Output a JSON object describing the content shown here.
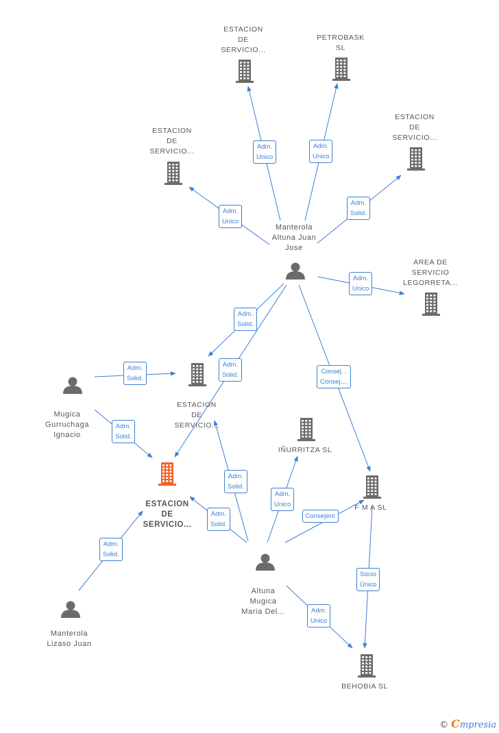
{
  "colors": {
    "edge": "#3b7fd4",
    "node": "#6b6b6b",
    "main": "#f0622d"
  },
  "nodes": [
    {
      "id": "c_top1",
      "kind": "company",
      "lines": [
        "ESTACION",
        "DE",
        "SERVICIO..."
      ]
    },
    {
      "id": "c_petrobask",
      "kind": "company",
      "lines": [
        "PETROBASK",
        "SL"
      ]
    },
    {
      "id": "c_left1",
      "kind": "company",
      "lines": [
        "ESTACION",
        "DE",
        "SERVICIO..."
      ]
    },
    {
      "id": "c_right1",
      "kind": "company",
      "lines": [
        "ESTACION",
        "DE",
        "SERVICIO..."
      ]
    },
    {
      "id": "c_area",
      "kind": "company",
      "lines": [
        "AREA DE",
        "SERVICIO",
        "LEGORRETA..."
      ]
    },
    {
      "id": "c_mid",
      "kind": "company",
      "lines": [
        "ESTACION",
        "DE",
        "SERVICIO..."
      ]
    },
    {
      "id": "c_inurritza",
      "kind": "company",
      "lines": [
        "IÑURRITZA SL"
      ]
    },
    {
      "id": "c_fma",
      "kind": "company",
      "lines": [
        "F M A SL"
      ]
    },
    {
      "id": "c_main",
      "kind": "main",
      "lines": [
        "ESTACION",
        "DE",
        "SERVICIO..."
      ]
    },
    {
      "id": "c_behobia",
      "kind": "company",
      "lines": [
        "BEHOBIA SL"
      ]
    },
    {
      "id": "p_manterola_jose",
      "kind": "person",
      "lines": [
        "Manterola",
        "Altuna Juan",
        "Jose"
      ]
    },
    {
      "id": "p_mugica",
      "kind": "person",
      "lines": [
        "Mugica",
        "Gurruchaga",
        "Ignacio"
      ]
    },
    {
      "id": "p_manterola_lizaso",
      "kind": "person",
      "lines": [
        "Manterola",
        "Lizaso Juan"
      ]
    },
    {
      "id": "p_altuna",
      "kind": "person",
      "lines": [
        "Altuna",
        "Mugica",
        "Maria Del..."
      ]
    }
  ],
  "edges": [
    {
      "from": "p_manterola_jose",
      "to": "c_top1",
      "label": [
        "Adm.",
        "Unico"
      ]
    },
    {
      "from": "p_manterola_jose",
      "to": "c_petrobask",
      "label": [
        "Adm.",
        "Unico"
      ]
    },
    {
      "from": "p_manterola_jose",
      "to": "c_left1",
      "label": [
        "Adm.",
        "Unico"
      ]
    },
    {
      "from": "p_manterola_jose",
      "to": "c_right1",
      "label": [
        "Adm.",
        "Solid."
      ]
    },
    {
      "from": "p_manterola_jose",
      "to": "c_area",
      "label": [
        "Adm.",
        "Unico"
      ]
    },
    {
      "from": "p_manterola_jose",
      "to": "c_mid",
      "label": [
        "Adm.",
        "Solid."
      ]
    },
    {
      "from": "p_manterola_jose",
      "to": "c_main",
      "label": [
        "Adm.",
        "Solid."
      ]
    },
    {
      "from": "p_manterola_jose",
      "to": "c_fma",
      "label": [
        "Consej. .",
        "Consej...."
      ]
    },
    {
      "from": "p_mugica",
      "to": "c_mid",
      "label": [
        "Adm.",
        "Solid."
      ]
    },
    {
      "from": "p_mugica",
      "to": "c_main",
      "label": [
        "Adm.",
        "Solid."
      ]
    },
    {
      "from": "p_manterola_lizaso",
      "to": "c_main",
      "label": [
        "Adm.",
        "Solid."
      ]
    },
    {
      "from": "p_altuna",
      "to": "c_mid",
      "label": [
        "Adm.",
        "Solid."
      ]
    },
    {
      "from": "p_altuna",
      "to": "c_main",
      "label": [
        "Adm.",
        "Solid."
      ]
    },
    {
      "from": "p_altuna",
      "to": "c_inurritza",
      "label": [
        "Adm.",
        "Unico"
      ]
    },
    {
      "from": "p_altuna",
      "to": "c_fma",
      "label": [
        "Consejero"
      ]
    },
    {
      "from": "p_altuna",
      "to": "c_behobia",
      "label": [
        "Adm.",
        "Unico"
      ]
    },
    {
      "from": "c_fma",
      "to": "c_behobia",
      "label": [
        "Socio",
        "Único"
      ]
    }
  ],
  "footer": {
    "copyright": "©",
    "brand_initial": "C",
    "brand_rest": "mpresia"
  }
}
